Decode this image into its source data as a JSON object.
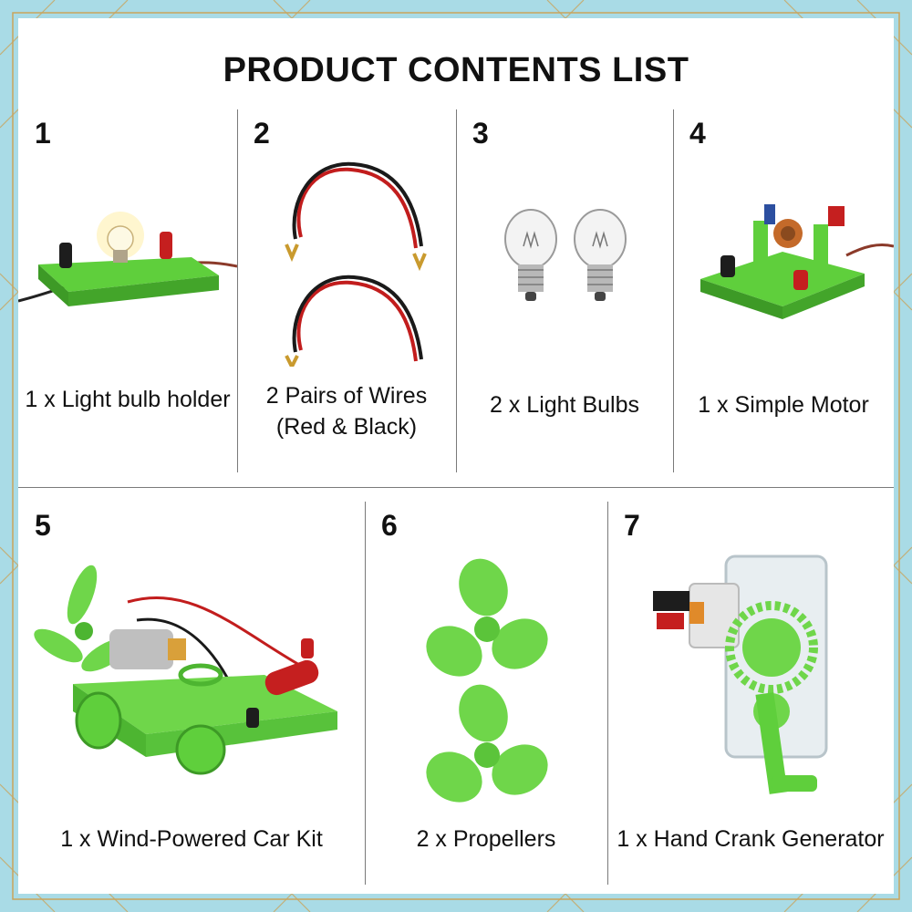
{
  "title": "PRODUCT CONTENTS LIST",
  "colors": {
    "frame": "#a9dbe6",
    "frame_lines": "#c9a45c",
    "kit_green": "#6fd64a",
    "terminal_red": "#cc1f1f"
  },
  "items": [
    {
      "number": "1",
      "caption": "1 x Light bulb holder",
      "icon": "light-bulb-holder-icon"
    },
    {
      "number": "2",
      "caption_line1": "2 Pairs of Wires",
      "caption_line2": "(Red & Black)",
      "icon": "wires-icon"
    },
    {
      "number": "3",
      "caption": "2 x Light Bulbs",
      "icon": "light-bulbs-icon"
    },
    {
      "number": "4",
      "caption": "1 x Simple Motor",
      "icon": "simple-motor-icon"
    },
    {
      "number": "5",
      "caption": "1 x Wind-Powered Car Kit",
      "icon": "wind-powered-car-icon"
    },
    {
      "number": "6",
      "caption": "2 x Propellers",
      "icon": "propellers-icon"
    },
    {
      "number": "7",
      "caption": "1 x Hand Crank Generator",
      "icon": "hand-crank-generator-icon"
    }
  ]
}
